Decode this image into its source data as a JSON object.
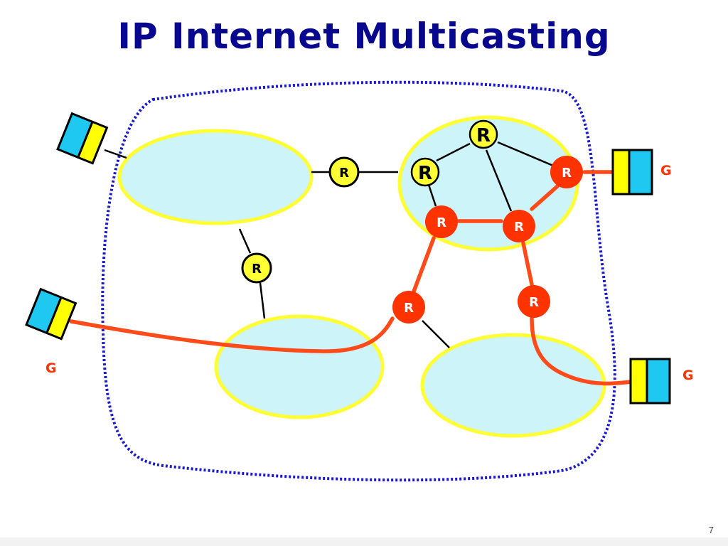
{
  "slide": {
    "title": "IP Internet Multicasting",
    "page_number": "7"
  },
  "diagram": {
    "router_label": "R",
    "group_label": "G",
    "colors": {
      "title": "#08088f",
      "internet_boundary": "#1a1acc",
      "network_fill": "#cdf4f8",
      "network_outline": "#ffff33",
      "router_plain": "#ffff33",
      "router_multicast": "#ff3300",
      "multicast_path": "#ff4a1a",
      "host_blue": "#1ec8f0",
      "host_yellow": "#ffff00"
    }
  }
}
